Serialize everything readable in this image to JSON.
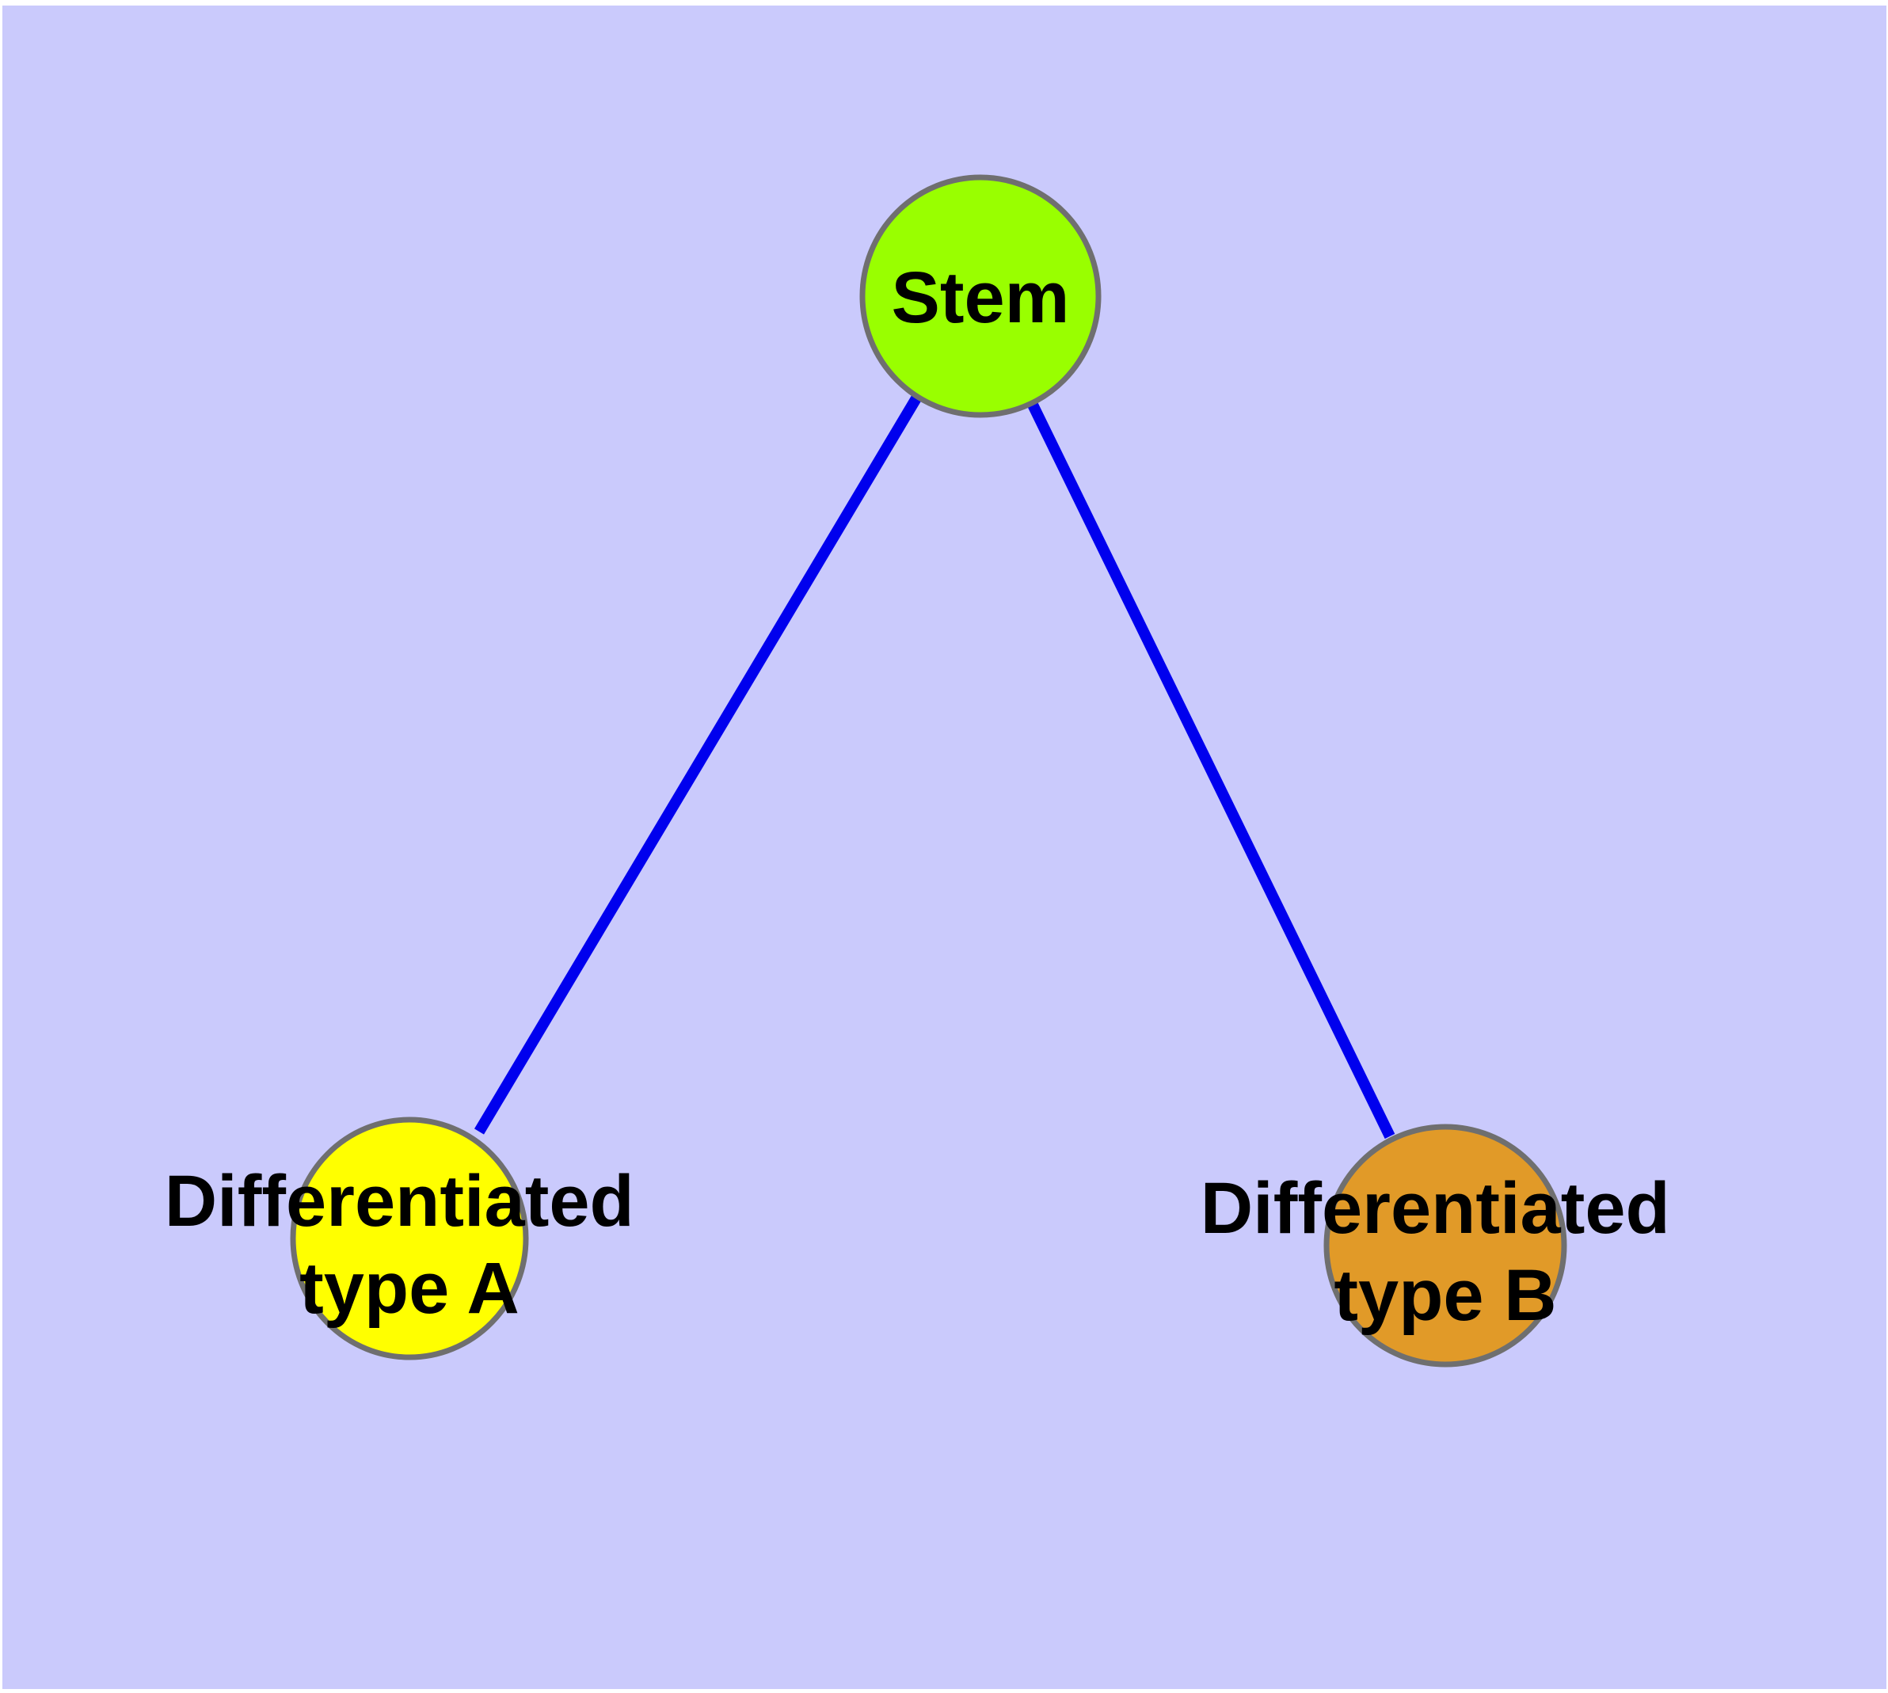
{
  "diagram": {
    "type": "graph",
    "description": "Stem cell differentiation diagram: one stem node connected to two differentiated cell type nodes",
    "colors": {
      "page_background": "#FFFFFF",
      "canvas_background": "#CACAFC",
      "edge": "#0000EE",
      "node_border": "#6F6F6F",
      "label_text": "#000000"
    },
    "nodes": {
      "stem": {
        "label": "Stem",
        "fill": "#99FF00"
      },
      "type_a": {
        "line1": "Differentiated",
        "line2": "type A",
        "fill": "#FFFF00"
      },
      "type_b": {
        "line1": "Differentiated",
        "line2": "type B",
        "fill": "#E19A28"
      }
    },
    "edges": [
      {
        "from": "Stem",
        "to": "Differentiated type A"
      },
      {
        "from": "Stem",
        "to": "Differentiated type B"
      }
    ]
  }
}
